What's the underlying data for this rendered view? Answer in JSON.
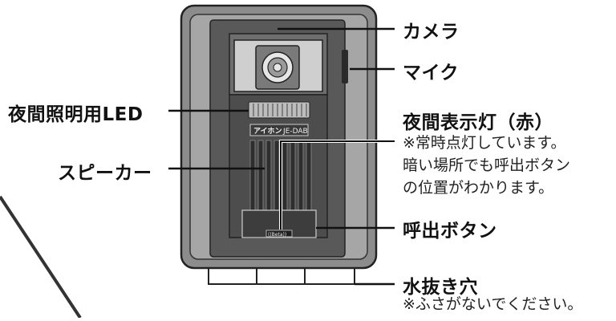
{
  "device": {
    "brand_label": "アイホン",
    "model_label": "JE-DAB",
    "call_button_mark": "((Beta))"
  },
  "callouts": {
    "camera": "カメラ",
    "microphone": "マイク",
    "night_light": "夜間照明用LED",
    "night_indicator": "夜間表示灯（赤）",
    "night_indicator_note": [
      "※常時点灯しています。",
      "暗い場所でも呼出ボタン",
      "の位置がわかります。"
    ],
    "speaker": "スピーカー",
    "call_button": "呼出ボタン",
    "drain_holes": "水抜き穴",
    "drain_holes_note": "※ふさがないでください。"
  },
  "colors": {
    "outer_frame": "#8c8c8c",
    "inner_frame": "#a6a6a6",
    "body": "#4d4d4d",
    "lens": "#d9d9d9",
    "lines": "#111111"
  }
}
